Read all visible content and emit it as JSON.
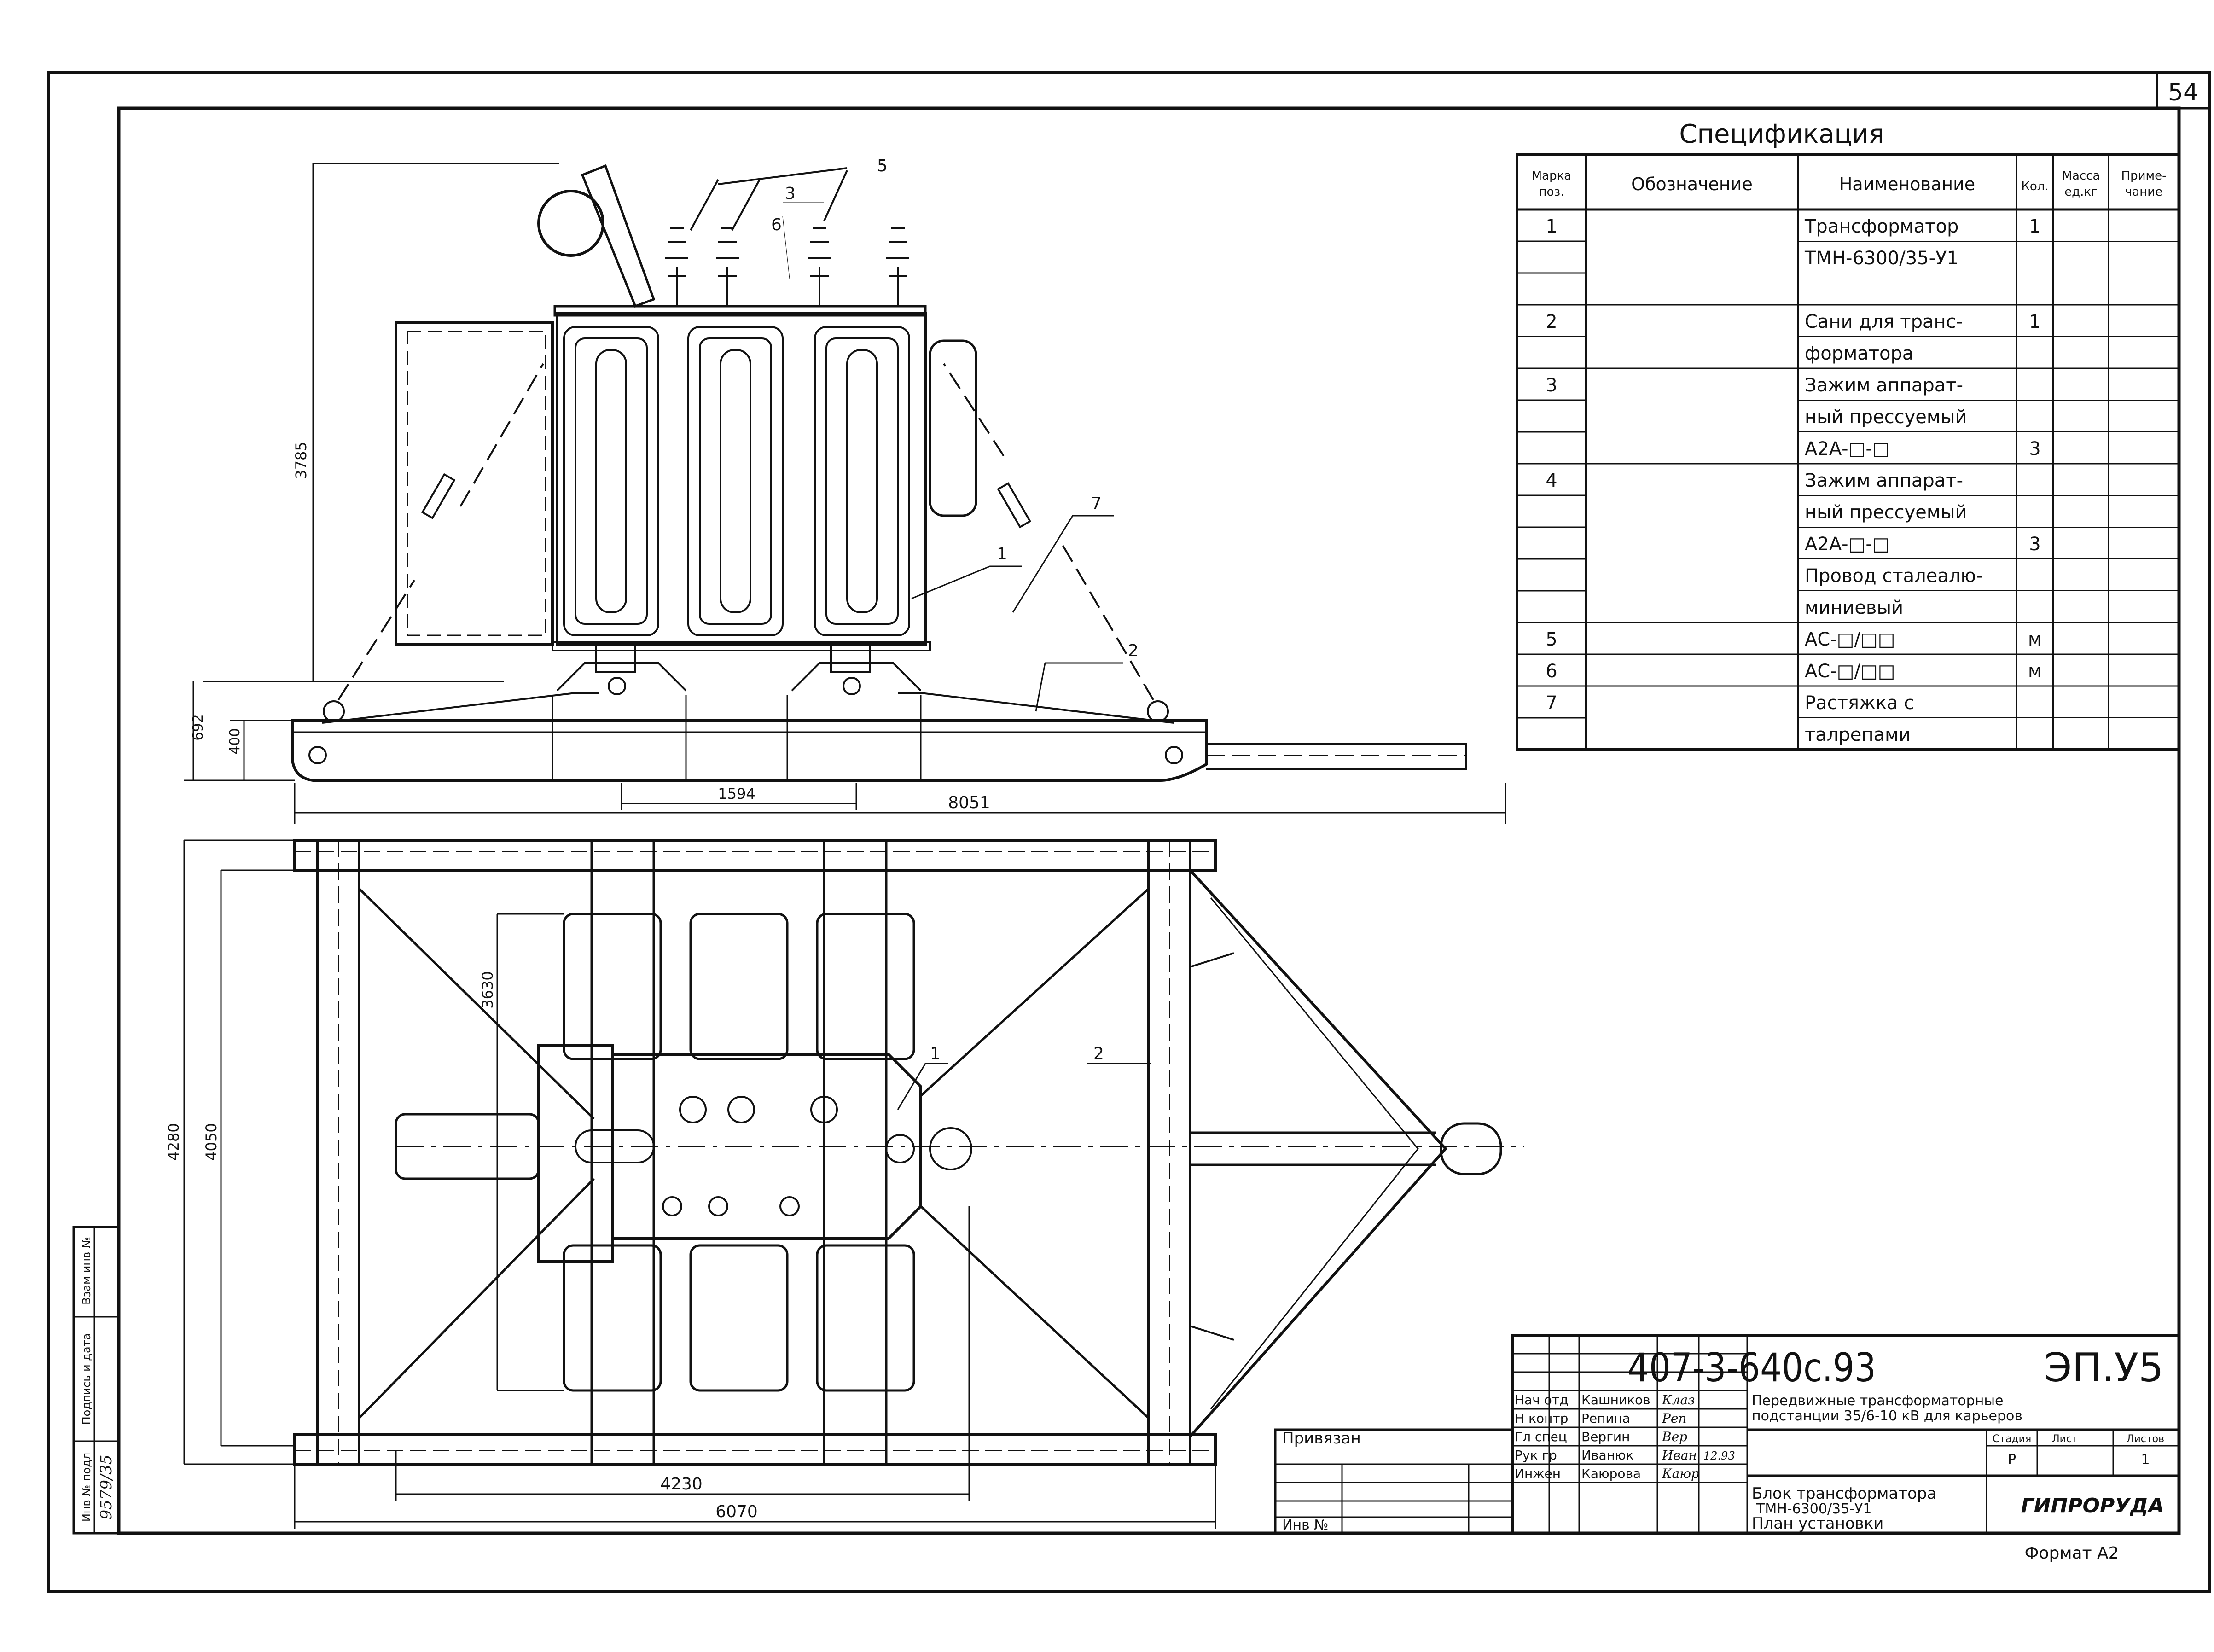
{
  "sheet": {
    "number": "54",
    "format": "Формат А2"
  },
  "spec": {
    "title": "Спецификация",
    "headers": [
      "Марка поз.",
      "Обозначение",
      "Наименование",
      "Кол.",
      "Масса ед.кг",
      "Приме- чание"
    ],
    "rows": [
      {
        "pos": "1",
        "name": "Трансформатор",
        "qty": "1"
      },
      {
        "pos": "",
        "name": "ТМН-6300/35-У1",
        "qty": ""
      },
      {
        "pos": "",
        "name": "",
        "qty": ""
      },
      {
        "pos": "2",
        "name": "Сани для транс-",
        "qty": "1"
      },
      {
        "pos": "",
        "name": "форматора",
        "qty": ""
      },
      {
        "pos": "3",
        "name": "Зажим аппарат-",
        "qty": ""
      },
      {
        "pos": "",
        "name": "ный прессуемый",
        "qty": ""
      },
      {
        "pos": "",
        "name": "А2А-□-□",
        "qty": "3"
      },
      {
        "pos": "4",
        "name": "Зажим аппарат-",
        "qty": ""
      },
      {
        "pos": "",
        "name": "ный прессуемый",
        "qty": ""
      },
      {
        "pos": "",
        "name": "А2А-□-□",
        "qty": "3"
      },
      {
        "pos": "",
        "name": "Провод сталеалю-",
        "qty": ""
      },
      {
        "pos": "",
        "name": "миниевый",
        "qty": ""
      },
      {
        "pos": "5",
        "name": "АС-□/□□",
        "qty": "м"
      },
      {
        "pos": "6",
        "name": "АС-□/□□",
        "qty": "м"
      },
      {
        "pos": "7",
        "name": "Растяжка с",
        "qty": ""
      },
      {
        "pos": "",
        "name": "талрепами",
        "qty": ""
      }
    ]
  },
  "dims": {
    "d3785": "3785",
    "d692": "692",
    "d400": "400",
    "d1594": "1594",
    "d8051": "8051",
    "d3630": "3630",
    "d4280": "4280",
    "d4050": "4050",
    "d4230": "4230",
    "d6070": "6070"
  },
  "callouts": {
    "c1": "1",
    "c2": "2",
    "c3": "3",
    "c5": "5",
    "c6": "6",
    "c7": "7",
    "c1b": "1",
    "c2b": "2"
  },
  "left_strip": {
    "inv_podl": "Инв № подл",
    "podp": "Подпись и дата",
    "vzam": "Взам инв №",
    "inv_value": "9579/35"
  },
  "privyazan": {
    "label": "Привязан",
    "inv": "Инв №"
  },
  "stamp": {
    "code": "407-3-640с.93",
    "sheet_code": "ЭП.У5",
    "project_line1": "Передвижные трансформаторные",
    "project_line2": "подстанции 35/6-10 кВ для карьеров",
    "roles": [
      {
        "role": "Нач отд",
        "name": "Кашников",
        "sign": "Клаз"
      },
      {
        "role": "Н контр",
        "name": "Репина",
        "sign": "Реп"
      },
      {
        "role": "Гл спец",
        "name": "Вергин",
        "sign": "Вер"
      },
      {
        "role": "Рук гр",
        "name": "Иванюк",
        "sign": "Иван",
        "date": "12.93"
      },
      {
        "role": "Инжен",
        "name": "Каюрова",
        "sign": "Каюр"
      }
    ],
    "stage_header": "Стадия",
    "sheet_header": "Лист",
    "sheets_header": "Листов",
    "stage": "Р",
    "sheet": "",
    "sheets": "1",
    "desc_line1": "Блок трансформатора",
    "desc_line2": "ТМН-6300/35-У1",
    "desc_line3": "План установки",
    "org": "ГИПРОРУДА"
  }
}
